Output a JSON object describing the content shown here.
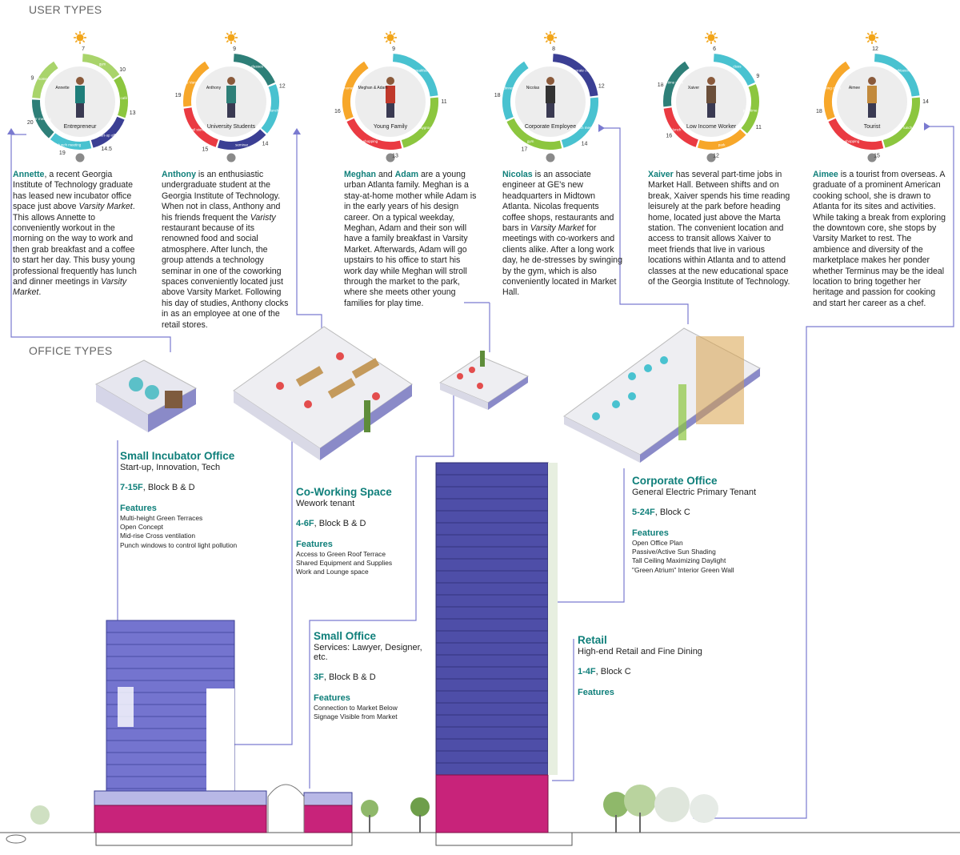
{
  "headings": {
    "user_types": "USER TYPES",
    "office_types": "OFFICE TYPES"
  },
  "colors": {
    "teal": "#0f7f7a",
    "violet": "#5c5cb8",
    "magenta": "#c8237a",
    "ring_green": "#8cc63f",
    "ring_cyan": "#49c2d0",
    "ring_navy": "#3b3f94",
    "ring_red": "#ea3a42",
    "ring_orange": "#f7a72a",
    "ring_darkteal": "#2e7f78",
    "ring_lime": "#a9d46b",
    "connector": "#7a7ad0"
  },
  "users": [
    {
      "ring_label": "Entrepreneur",
      "person_tag": "Annette",
      "times": [
        "7",
        "10",
        "13",
        "14.5",
        "19",
        "20",
        "9"
      ],
      "activities": [
        "gym",
        "café",
        "start-up office",
        "lunch meeting",
        "dinner meeting",
        "home"
      ],
      "story": {
        "name": "Annette",
        "p1": ", a recent Georgia Institute of Technology graduate has leased new incubator office space just above ",
        "i1": "Varsity Market",
        "p2": ". This allows Annette to conveniently workout in the morning on the way to work and then grab breakfast and a coffee to start her day. This busy young professional frequently has lunch and dinner meetings in ",
        "i2": "Varsity Market",
        "p3": "."
      }
    },
    {
      "ring_label": "University Students",
      "person_tag": "Anthony",
      "times": [
        "9",
        "12",
        "14",
        "15",
        "19"
      ],
      "activities": [
        "classes",
        "lunch",
        "seminar",
        "retail stores",
        "the Varsity"
      ],
      "story": {
        "name": "Anthony",
        "p1": " is an enthusiastic undergraduate student at the Georgia Institute of Technology. When not in class, Anthony and his friends frequent the ",
        "i1": "Varisty",
        "p2": " restaurant because of its renowned food and social atmosphere. After lunch, the group attends a technology seminar in one of the coworking spaces conveniently located just above Varsity Market. Following his day of studies, Anthony clocks in as an employee at one of the retail stores.",
        "i2": "",
        "p3": ""
      }
    },
    {
      "ring_label": "Young Family",
      "person_tag": "Meghan & Adam",
      "times": [
        "9",
        "11",
        "13",
        "16"
      ],
      "activities": [
        "breakfast",
        "playground",
        "shopping",
        "home"
      ],
      "story": {
        "name": "Meghan",
        "and": " and ",
        "name2": "Adam",
        "p1": " are a young urban Atlanta family. Meghan is a stay-at-home mother while Adam is in the early years of his design career. On a typical weekday, Meghan, Adam and their son will have a family breakfast in Varsity Market. Afterwards, Adam will go upstairs to his office to start his work day while Meghan will stroll through the market to the park, where she meets other young families for play time.",
        "i1": "",
        "p2": "",
        "i2": "",
        "p3": ""
      }
    },
    {
      "ring_label": "Corporate Employee",
      "person_tag": "Nicolas",
      "times": [
        "8",
        "12",
        "14",
        "17",
        "18"
      ],
      "activities": [
        "corporate office",
        "lunch meeting",
        "gym",
        "dinner"
      ],
      "story": {
        "name": "Nicolas",
        "p1": " is an associate engineer at GE's new headquarters in Midtown Atlanta. Nicolas frequents coffee shops, restaurants and bars in ",
        "i1": "Varsity Market",
        "p2": " for meetings with co-workers and clients alike. After a long work day, he de-stresses by swinging by the gym, which is also conveniently located in Market Hall.",
        "i2": "",
        "p3": ""
      }
    },
    {
      "ring_label": "Low Income Worker",
      "person_tag": "Xaiver",
      "times": [
        "6",
        "9",
        "11",
        "12",
        "16",
        "18"
      ],
      "activities": [
        "class",
        "part-time work",
        "park",
        "lunch",
        "part-time work"
      ],
      "story": {
        "name": "Xaiver",
        "p1": " has several part-time jobs in Market Hall. Between shifts and on break, Xaiver spends his time reading leisurely at the park before heading home, located just above the Marta station. The convenient location and access to transit allows Xaiver to meet friends that live in various locations within Atlanta and to attend classes at the new educational space of the Georgia Institute of Technology.",
        "i1": "",
        "p2": "",
        "i2": "",
        "p3": ""
      }
    },
    {
      "ring_label": "Tourist",
      "person_tag": "Aimee",
      "times": [
        "12",
        "14",
        "15",
        "18"
      ],
      "activities": [
        "sightseeing",
        "lunch",
        "shopping",
        "cooking class"
      ],
      "story": {
        "name": "Aimee",
        "p1": " is a tourist from overseas. A graduate of a prominent American cooking school, she is drawn to Atlanta for its sites and activities. While taking a break from exploring the downtown core, she stops by Varsity Market to rest. The ambience and diversity of the marketplace makes her ponder whether Terminus may be the ideal location to bring together her heritage and passion for cooking and start her career as a chef.",
        "i1": "",
        "p2": "",
        "i2": "",
        "p3": ""
      }
    }
  ],
  "offices": [
    {
      "title": "Small Incubator Office",
      "subtitle": "Start-up, Innovation, Tech",
      "floors": "7-15F",
      "block": ", Block B & D",
      "features_label": "Features",
      "features": [
        "Multi-height Green Terraces",
        "Open Concept",
        "Mid-rise Cross ventilation",
        "Punch windows to control light pollution"
      ]
    },
    {
      "title": "Co-Working Space",
      "subtitle": "Wework tenant",
      "floors": "4-6F",
      "block": ", Block B & D",
      "features_label": "Features",
      "features": [
        "Access to Green Roof Terrace",
        "Shared Equipment and Supplies",
        "Work and Lounge space"
      ]
    },
    {
      "title": "Small Office",
      "subtitle": "Services: Lawyer, Designer, etc.",
      "floors": "3F",
      "block": ", Block B & D",
      "features_label": "Features",
      "features": [
        "Connection to Market Below",
        "Signage Visible from Market"
      ]
    },
    {
      "title": "Corporate Office",
      "subtitle": "General Electric  Primary Tenant",
      "floors": "5-24F",
      "block": ", Block C",
      "features_label": "Features",
      "features": [
        "Open Office Plan",
        "Passive/Active Sun Shading",
        "Tall Ceiling Maximizing Daylight",
        "\"Green Atrium\" Interior Green Wall"
      ]
    },
    {
      "title": "Retail",
      "subtitle": "High-end Retail and Fine Dining",
      "floors": "1-4F",
      "block": ", Block C",
      "features_label": "Features",
      "features": []
    }
  ]
}
